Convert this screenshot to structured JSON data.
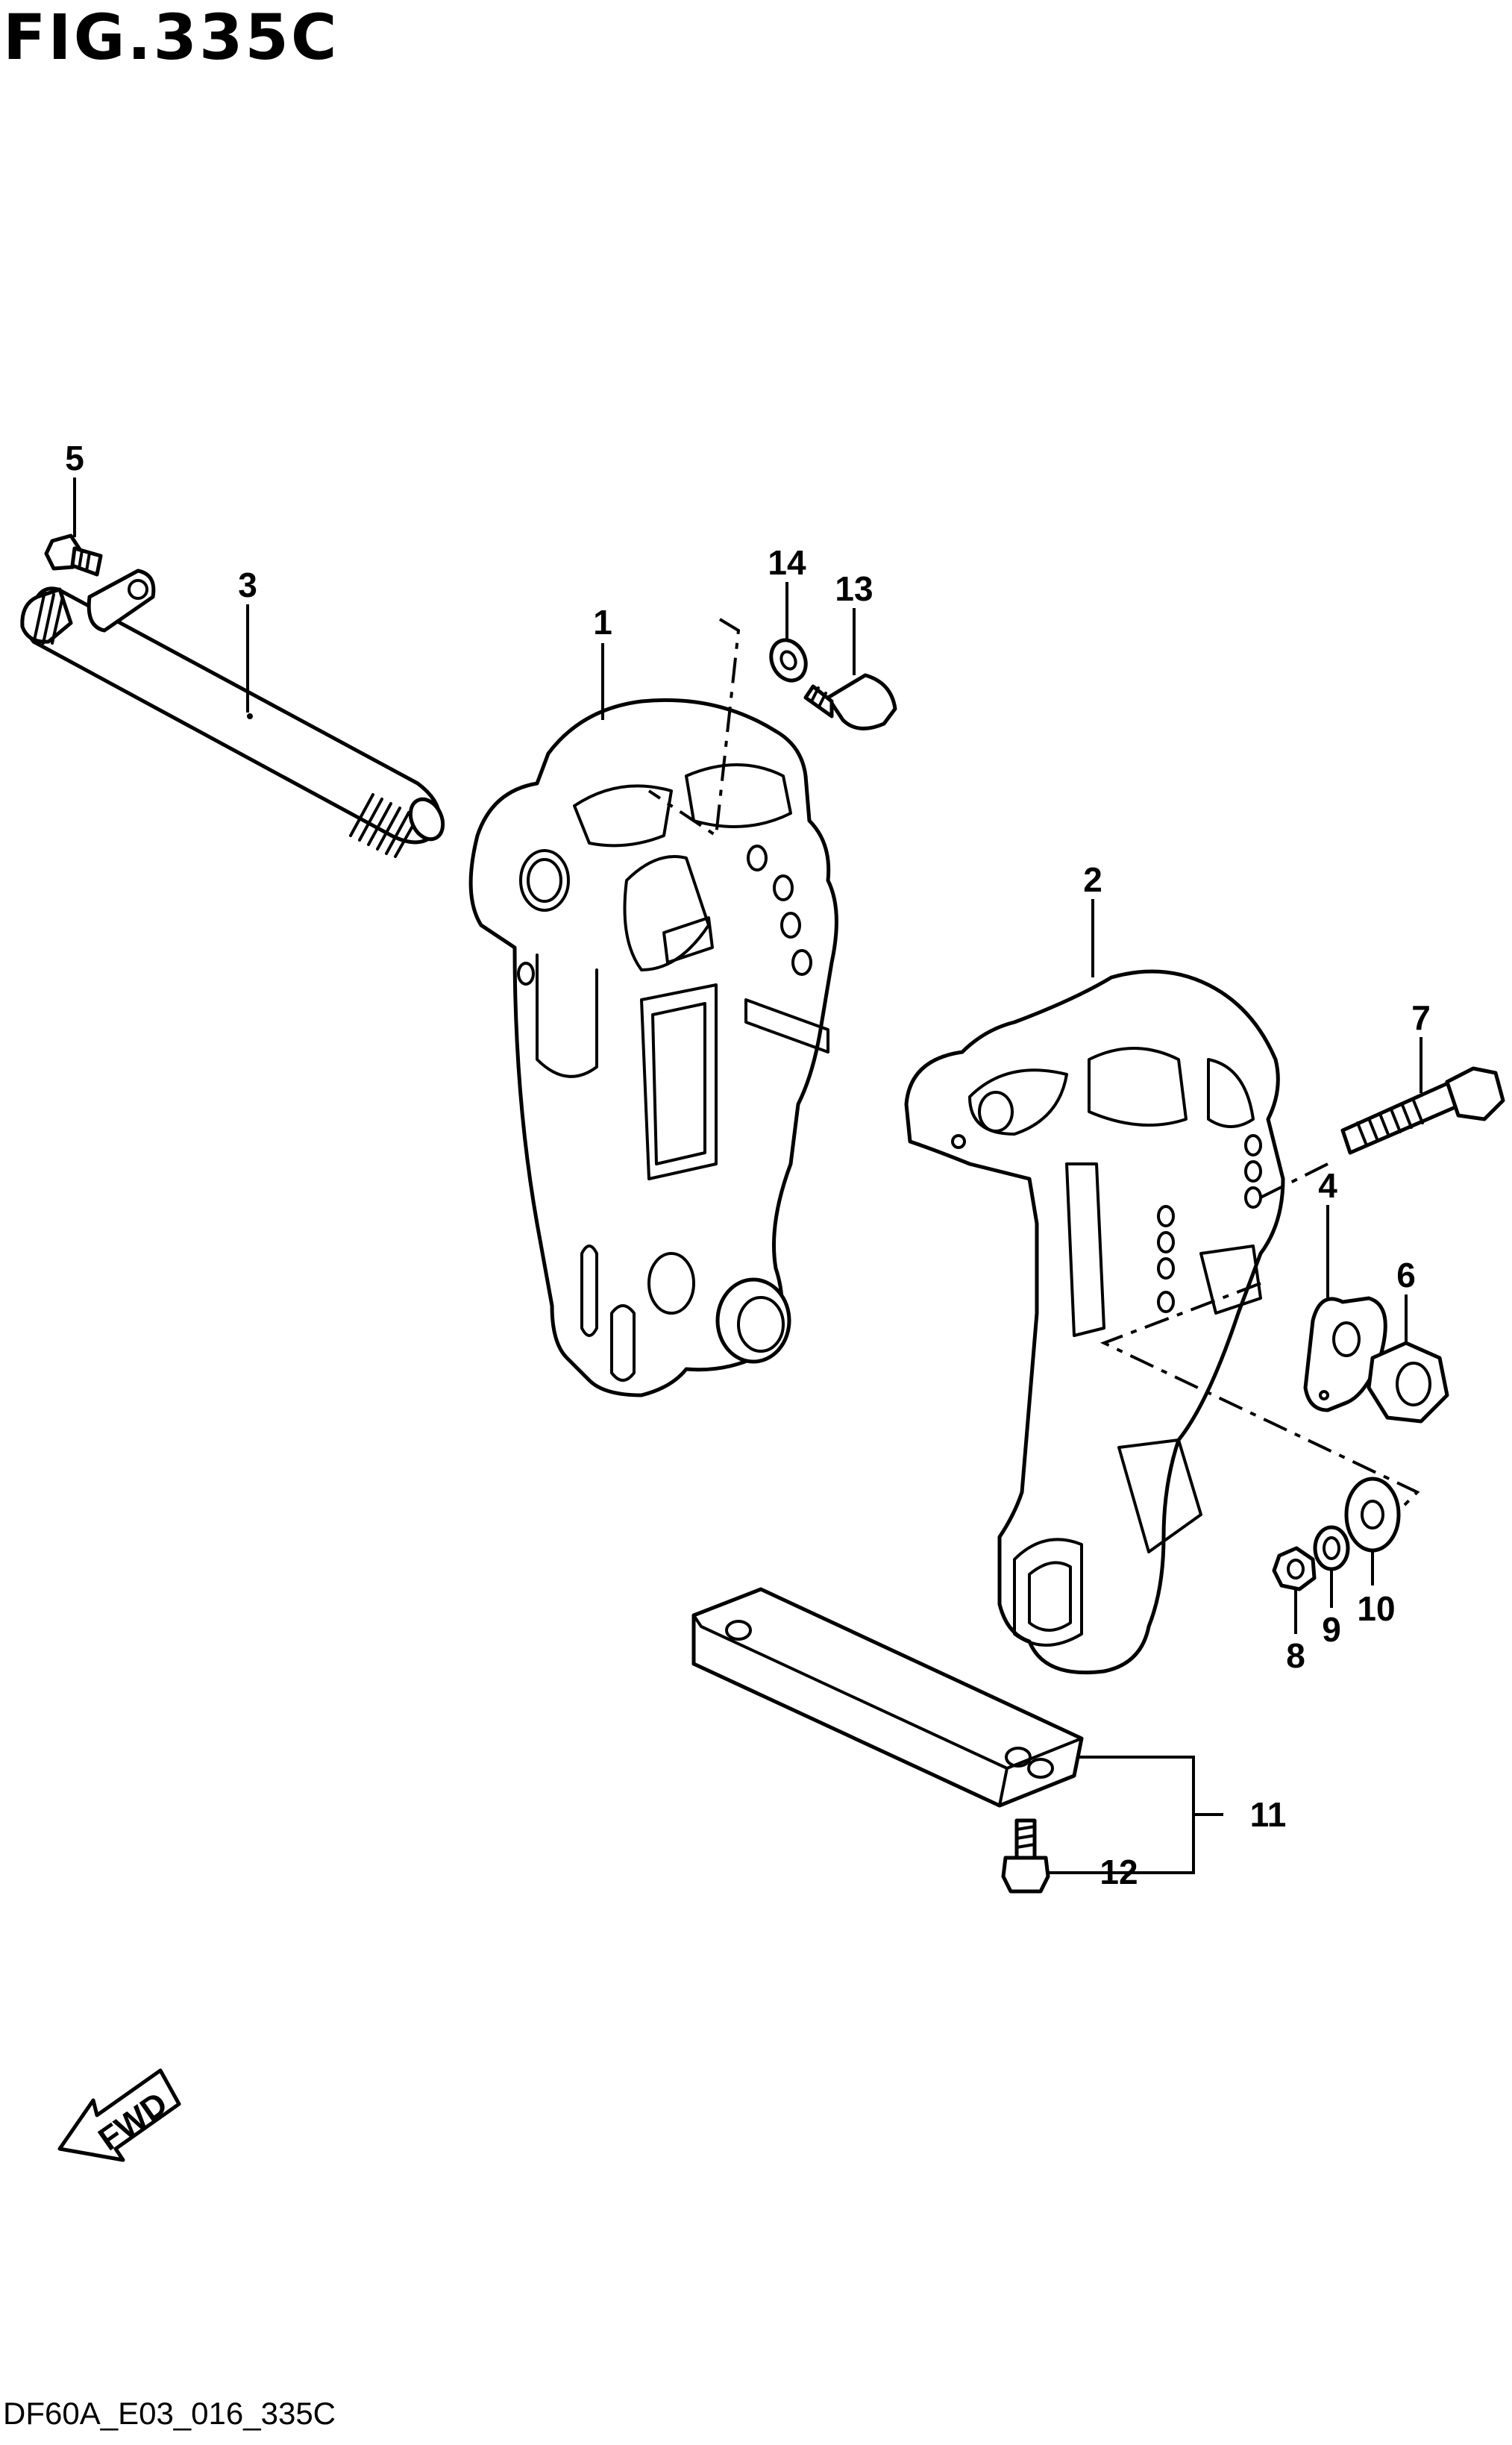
{
  "figure": {
    "title": "FIG.335C",
    "drawing_code": "DF60A_E03_016_335C"
  },
  "fwd_arrow": {
    "label": "FWD",
    "icon": "fwd-arrow-icon"
  },
  "callouts": {
    "p1": "1",
    "p2": "2",
    "p3": "3",
    "p4": "4",
    "p5": "5",
    "p6": "6",
    "p7": "7",
    "p8": "8",
    "p9": "9",
    "p10": "10",
    "p11": "11",
    "p12": "12",
    "p13": "13",
    "p14": "14"
  },
  "colors": {
    "line": "#000000",
    "background": "#ffffff"
  }
}
